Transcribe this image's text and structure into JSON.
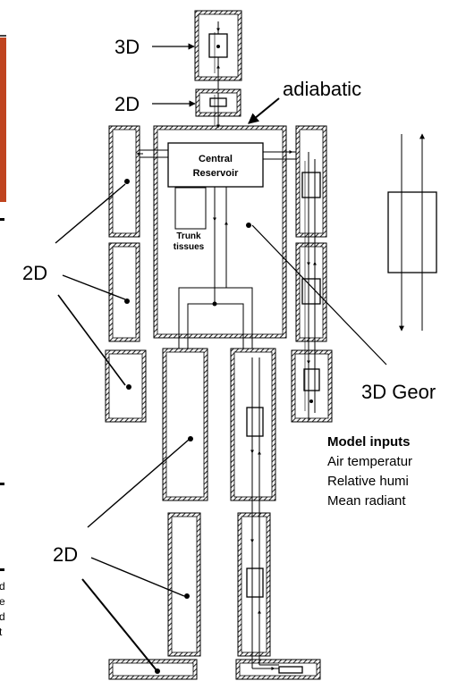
{
  "labels": {
    "label_3d_head": "3D",
    "label_2d_neck": "2D",
    "label_adiabatic": "adiabatic",
    "label_central_line1": "Central",
    "label_central_line2": "Reservoir",
    "label_trunk_line1": "Trunk",
    "label_trunk_line2": "tissues",
    "label_2d_arms": "2D",
    "label_3d_geom": "3D Geor",
    "label_2d_legs": "2D"
  },
  "model_inputs": {
    "title": "Model inputs",
    "items": [
      "Air temperatur",
      "Relative humi",
      "Mean radiant"
    ]
  },
  "left_fragment_text": [
    "d",
    "e",
    "d",
    "t"
  ],
  "colors": {
    "accent_bar": "#c0441f",
    "stroke": "#000000",
    "hatch": "#222222"
  }
}
